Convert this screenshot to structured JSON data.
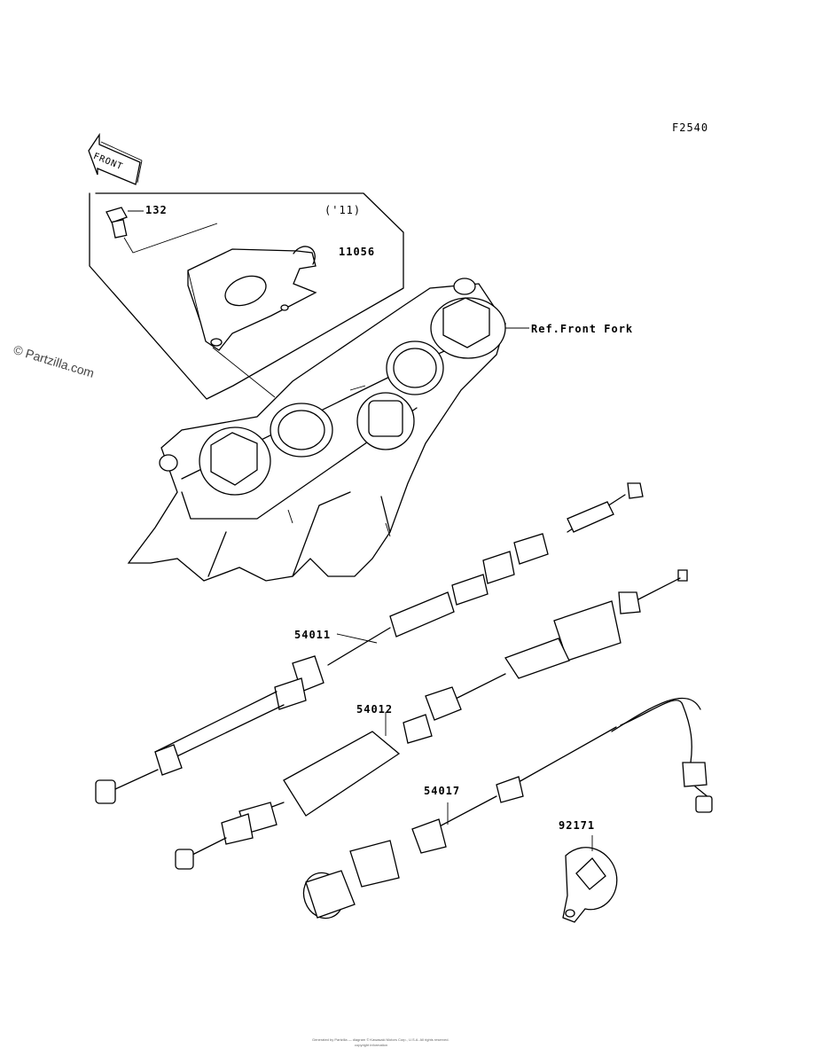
{
  "figure_code": "F2540",
  "front_arrow": "FRONT",
  "year_note": "('11)",
  "watermark": "© Partzilla.com",
  "footer_line1": "Generated by Partzilla — diagram © Kawasaki Motors Corp., U.S.A. All rights reserved.",
  "footer_line2": "copyright information",
  "callouts": {
    "bolt": "132",
    "bracket": "11056",
    "front_fork_ref": "Ref.Front Fork",
    "clutch_cable": "54011",
    "throttle_cable": "54012",
    "choke_cable": "54017",
    "clamp": "92171"
  }
}
